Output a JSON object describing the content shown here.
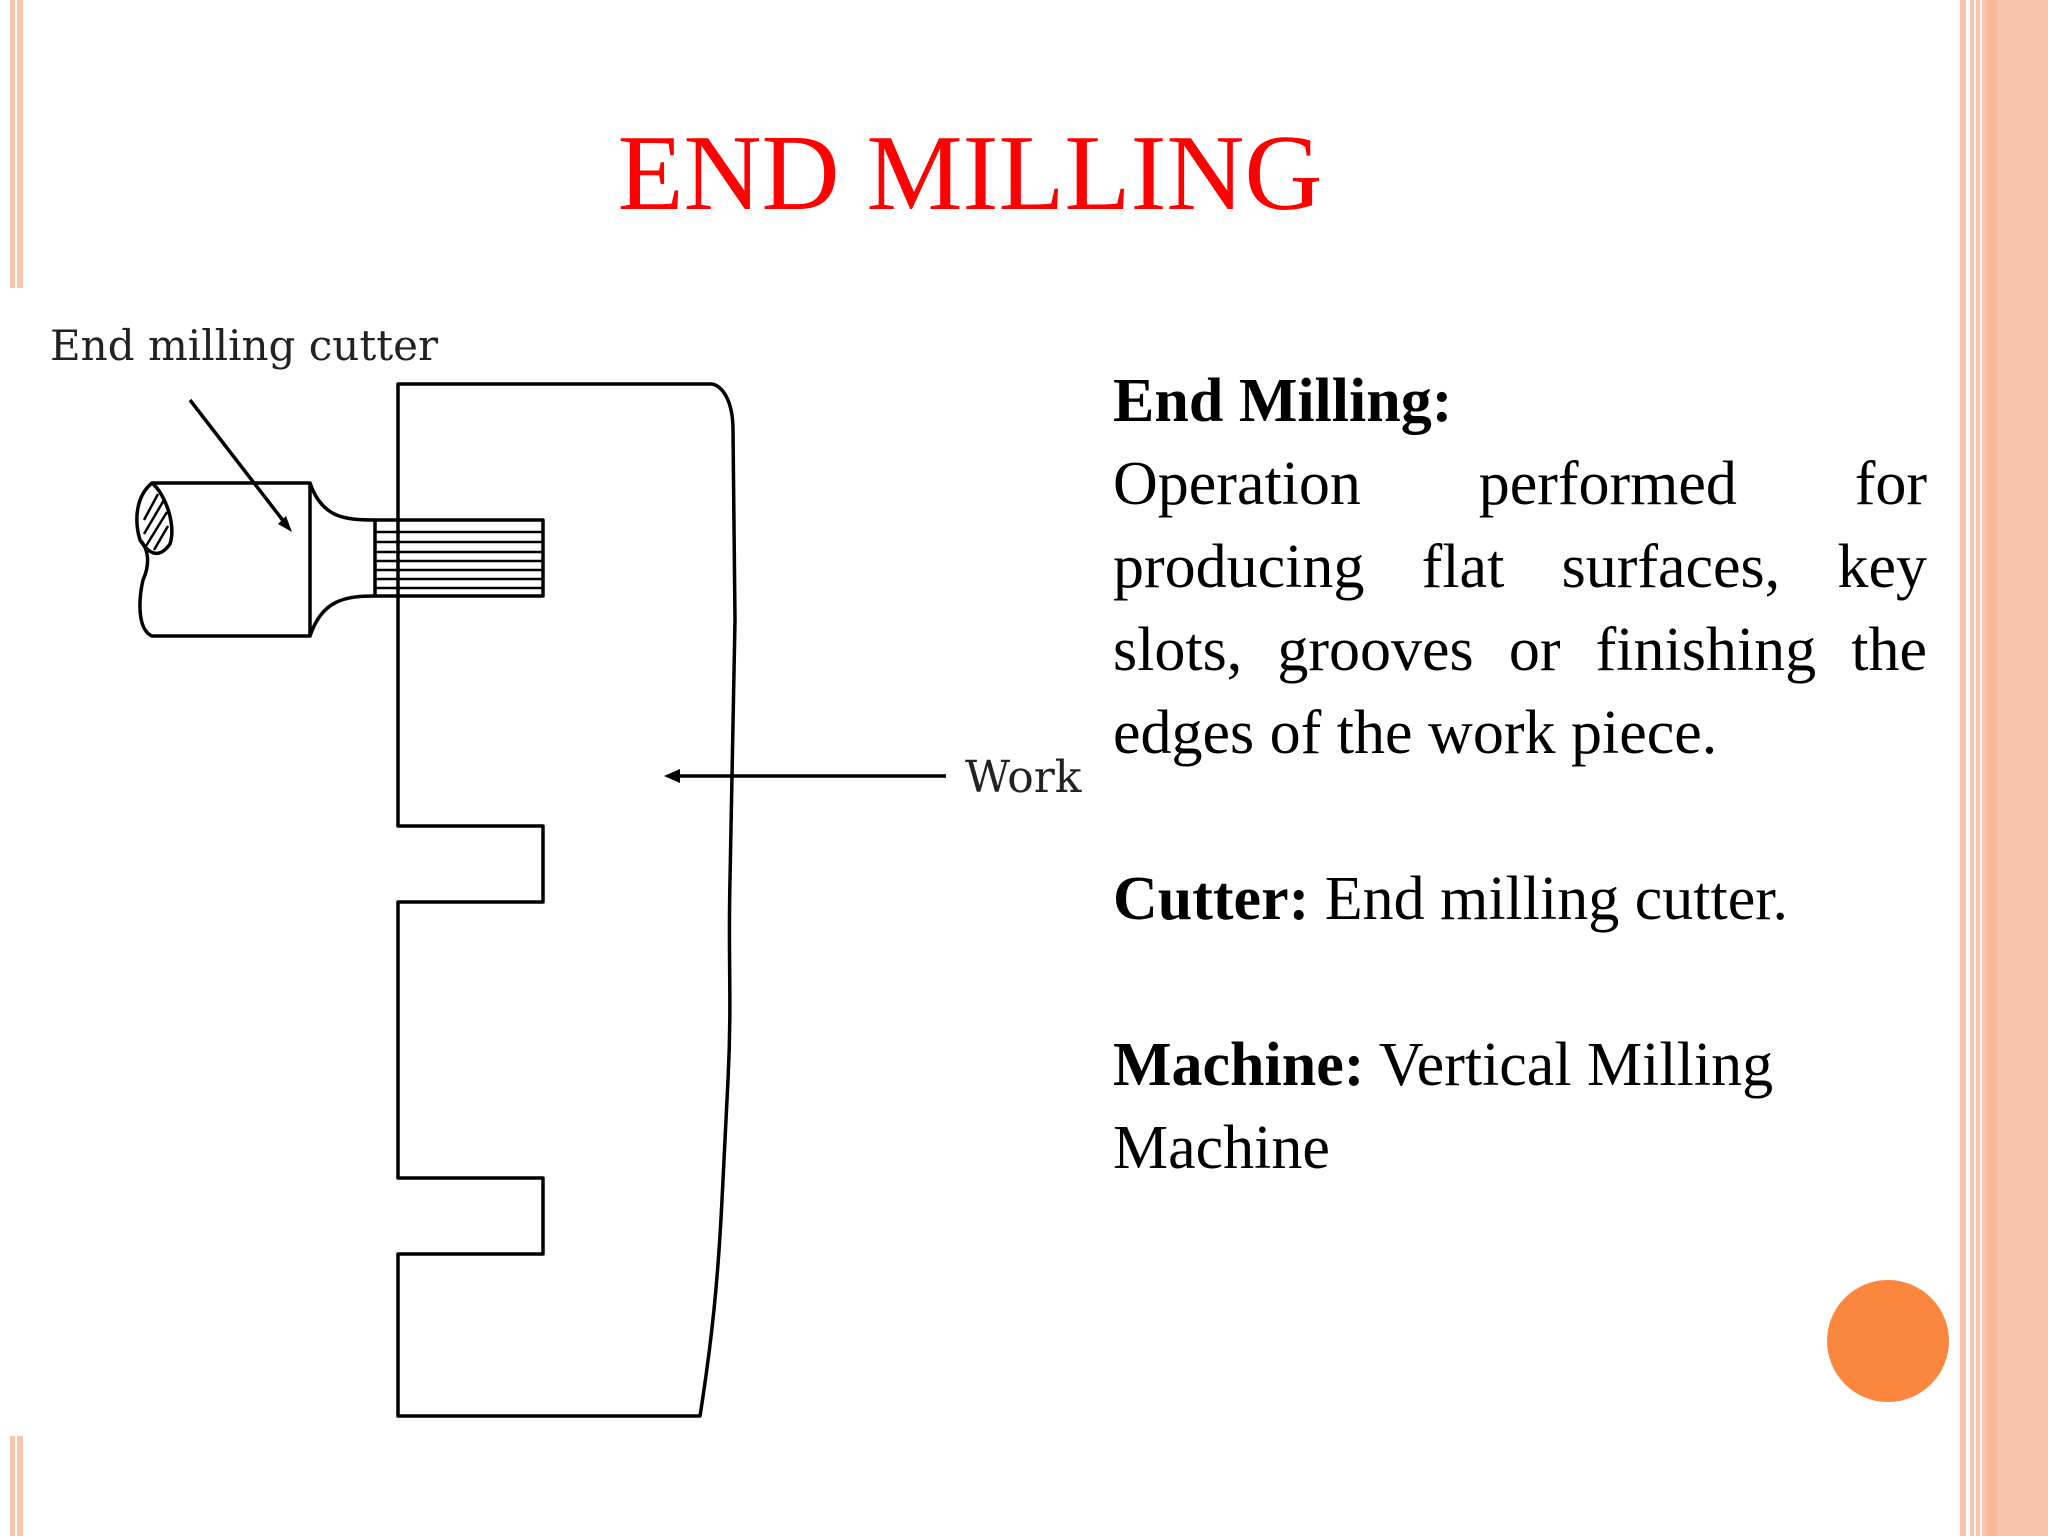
{
  "slide": {
    "title": "END MILLING",
    "accent_color": "#ff0000",
    "border_color": "#f9c4ab",
    "dot_color": "#fb873f"
  },
  "diagram": {
    "cutter_label": "End milling cutter",
    "work_label": "Work"
  },
  "content": {
    "heading": "End Milling:",
    "description": "Operation performed for producing flat surfaces, key slots, grooves or finishing the edges of the work piece.",
    "cutter_label": "Cutter:",
    "cutter_value": " End milling cutter.",
    "machine_label": "Machine:",
    "machine_value": " Vertical Milling Machine"
  }
}
